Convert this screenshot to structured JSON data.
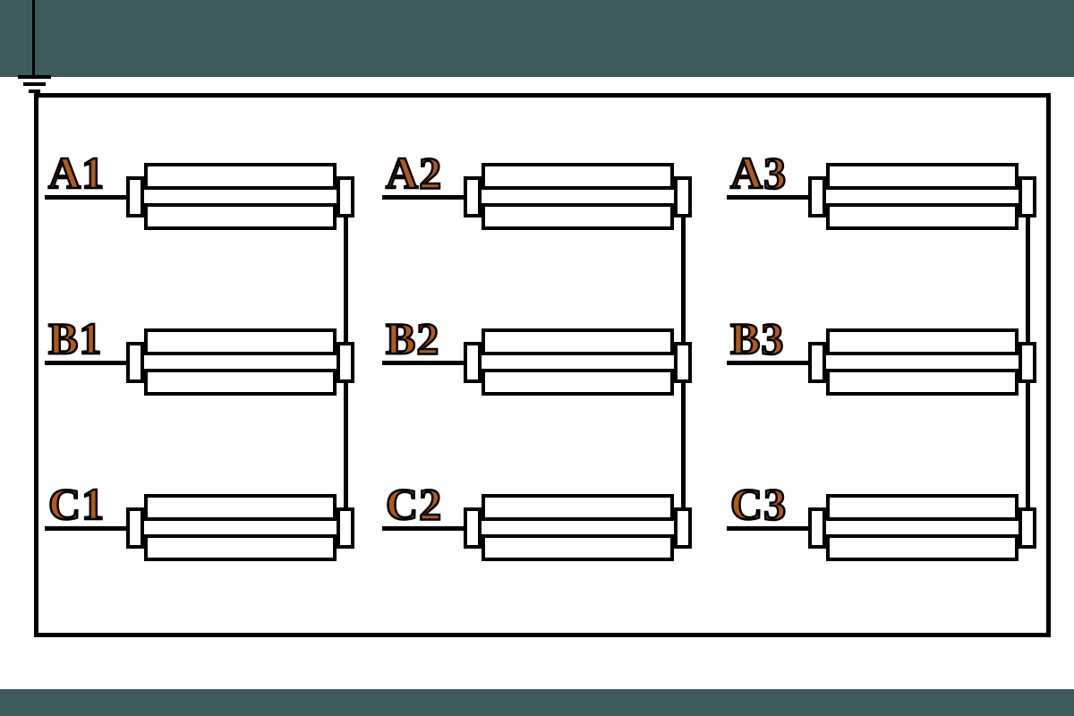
{
  "diagram": {
    "colors": {
      "background": "#ffffff",
      "band": "#3d5a5c",
      "line": "#000000",
      "label_fill": "#b15a1c",
      "label_outline": "#000000",
      "element_fill": "#ffffff"
    },
    "ground": {
      "icon": "earth-ground-symbol"
    },
    "cells": [
      {
        "label": "A1"
      },
      {
        "label": "A2"
      },
      {
        "label": "A3"
      },
      {
        "label": "B1"
      },
      {
        "label": "B2"
      },
      {
        "label": "B3"
      },
      {
        "label": "C1"
      },
      {
        "label": "C2"
      },
      {
        "label": "C3"
      }
    ]
  }
}
